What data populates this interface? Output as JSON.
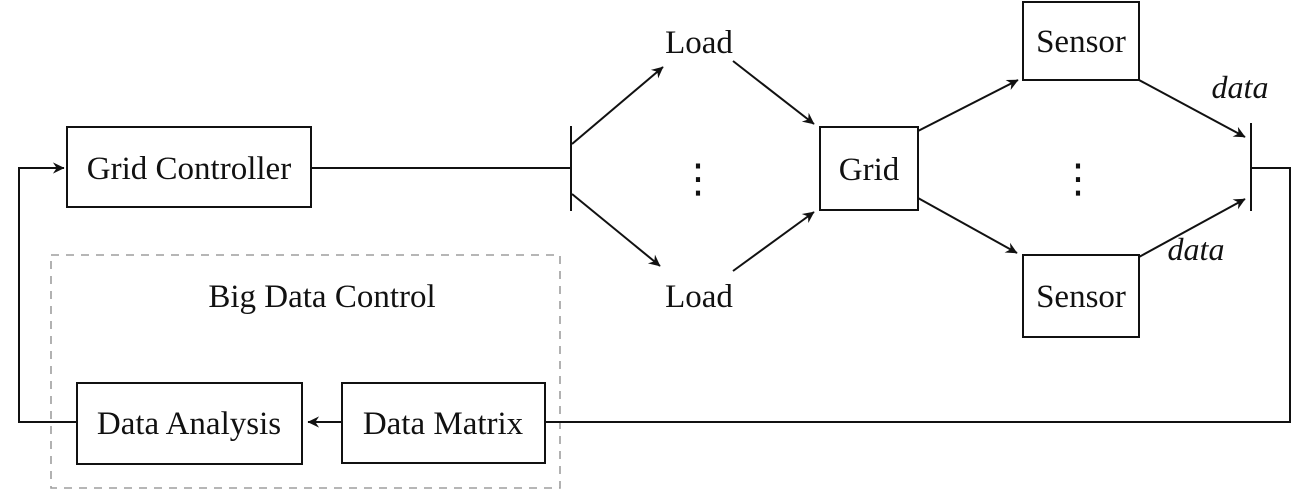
{
  "diagram": {
    "colors": {
      "background": "#ffffff",
      "line": "#111111",
      "text": "#111111",
      "group_border": "#9e9e9e"
    },
    "group": {
      "title": "Big Data Control"
    },
    "nodes": {
      "grid_controller": {
        "label": "Grid Controller"
      },
      "grid": {
        "label": "Grid"
      },
      "sensor_top": {
        "label": "Sensor"
      },
      "sensor_bottom": {
        "label": "Sensor"
      },
      "data_analysis": {
        "label": "Data Analysis"
      },
      "data_matrix": {
        "label": "Data Matrix"
      }
    },
    "free_labels": {
      "load_top": "Load",
      "load_bottom": "Load",
      "data_top": "data",
      "data_bottom": "data",
      "vdots_left": "⋮",
      "vdots_right": "⋮"
    }
  }
}
